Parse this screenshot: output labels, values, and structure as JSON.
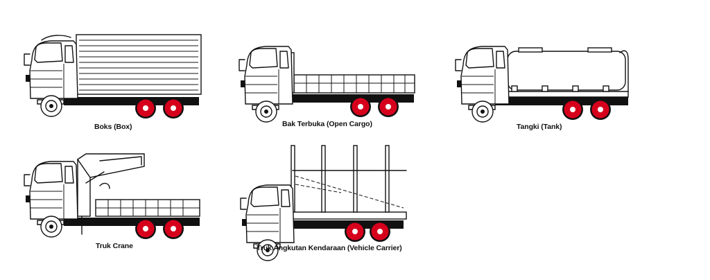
{
  "trucks": [
    {
      "id": "box",
      "label": "Boks (Box)"
    },
    {
      "id": "open-cargo",
      "label": "Bak Terbuka (Open Cargo)"
    },
    {
      "id": "tank",
      "label": "Tangki (Tank)"
    },
    {
      "id": "crane",
      "label": "Truk Crane"
    },
    {
      "id": "vehicle-carrier",
      "label": "Truk Angkutan Kendaraan (Vehicle Carrier)"
    }
  ],
  "colors": {
    "line": "#111111",
    "wheel_red": "#d6001c",
    "background": "#ffffff"
  }
}
